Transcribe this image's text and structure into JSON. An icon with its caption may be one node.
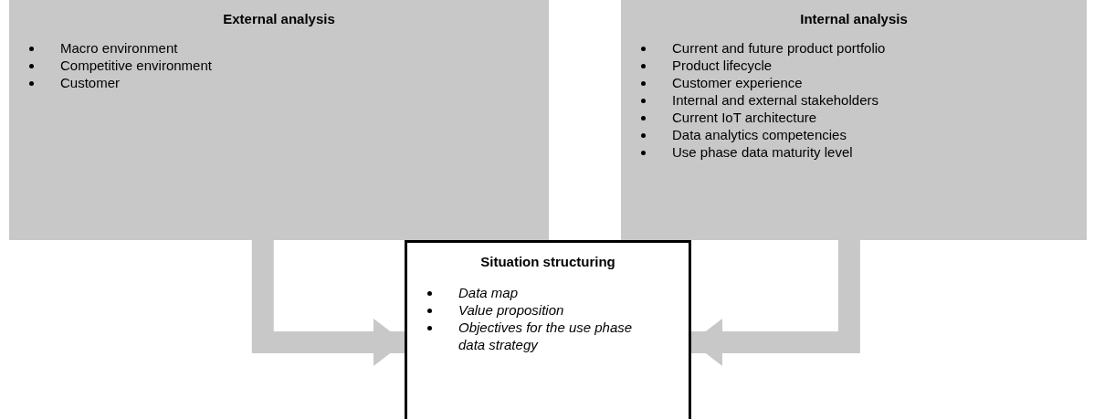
{
  "diagram": {
    "nodes": [
      {
        "text": [
          "External analysis",
          "Macro environment",
          "Competitive environment",
          "Customer"
        ]
      },
      {
        "text": [
          "Internal analysis",
          "Current and future product portfolio",
          "Product lifecycle",
          "Customer experience",
          "Internal and external stakeholders",
          "Current IoT architecture",
          "Data analytics competencies",
          "Use phase data maturity level"
        ]
      },
      {
        "text": [
          "Situation structuring",
          "Data map",
          "Value proposition",
          "Objectives for the use phase data strategy"
        ]
      }
    ],
    "edges": [
      {
        "from": 0,
        "to": 2,
        "arrow": "to"
      },
      {
        "from": 1,
        "to": 2,
        "arrow": "to"
      }
    ]
  }
}
